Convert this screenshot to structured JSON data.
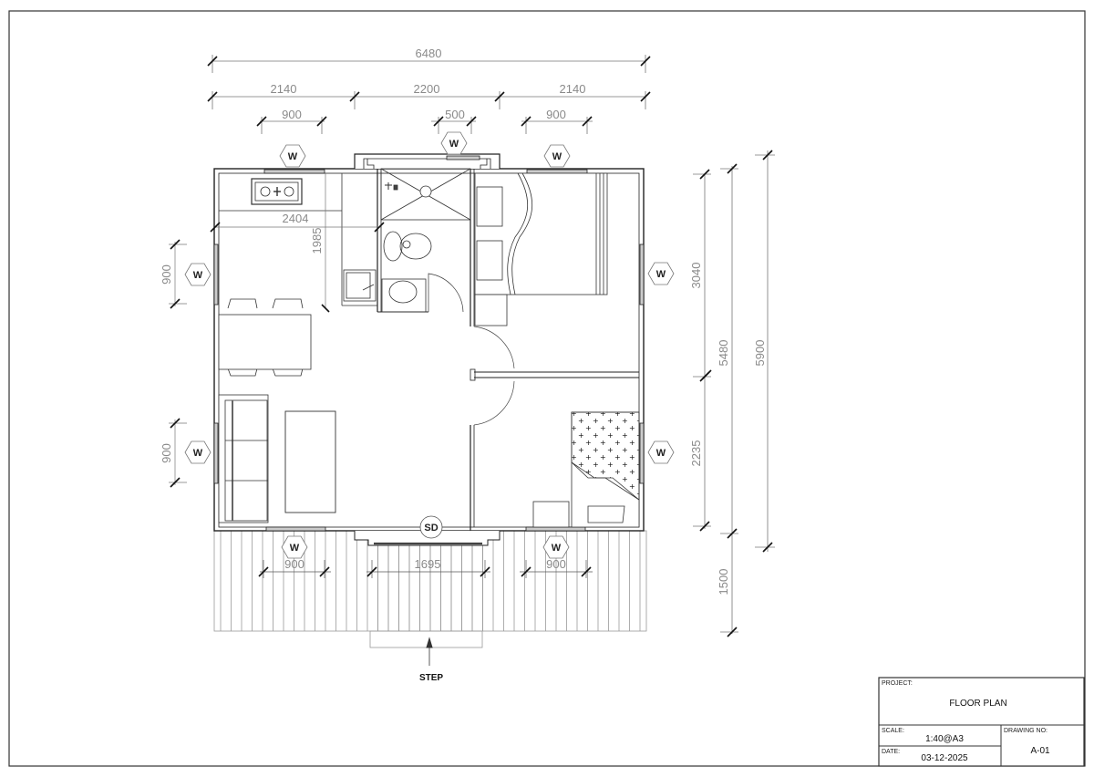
{
  "dimensions": {
    "top_overall": "6480",
    "top_segments": [
      "2140",
      "2200",
      "2140"
    ],
    "top_windows": [
      "900",
      "500",
      "900"
    ],
    "left_windows": [
      "900",
      "900"
    ],
    "right_segments": [
      "3040",
      "2235"
    ],
    "right_total_interior": "5480",
    "right_total_overall": "5900",
    "deck_depth": "1500",
    "bottom_windows": [
      "900",
      "1695",
      "900"
    ],
    "kitchen_width": "2404",
    "kitchen_depth": "1985"
  },
  "tags": {
    "window": "W",
    "sliding_door": "SD"
  },
  "labels": {
    "step": "STEP"
  },
  "title_block": {
    "project_label": "PROJECT:",
    "project_value": "FLOOR PLAN",
    "scale_label": "SCALE:",
    "scale_value": "1:40@A3",
    "drawing_no_label": "DRAWING NO:",
    "drawing_no_value": "A-01",
    "date_label": "DATE:",
    "date_value": "03-12-2025"
  }
}
